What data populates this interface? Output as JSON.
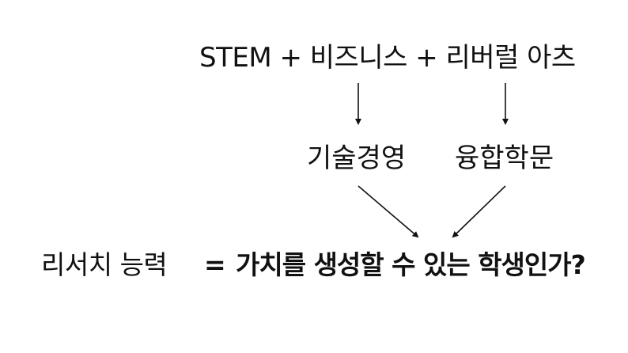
{
  "diagram": {
    "top_line": "STEM + 비즈니스 + 리버럴 아츠",
    "middle": {
      "left": "기술경영",
      "right": "융합학문"
    },
    "bottom": {
      "left": "리서치 능력",
      "equals": "=",
      "right": "가치를 생성할 수 있는 학생인가?"
    },
    "colors": {
      "text": "#111111",
      "background": "#ffffff",
      "arrow": "#111111"
    }
  }
}
